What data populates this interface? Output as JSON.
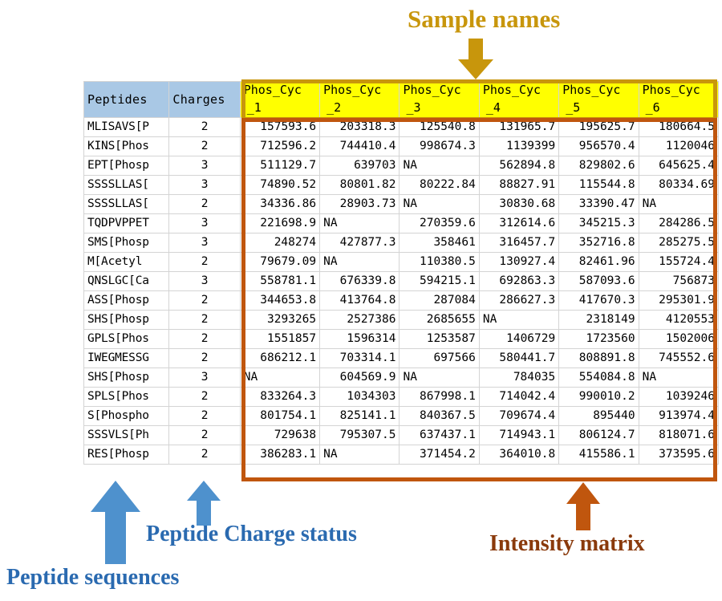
{
  "annotations": {
    "sample_names": "Sample names",
    "peptide_sequences": "Peptide sequences",
    "peptide_charge_status": "Peptide Charge status",
    "intensity_matrix": "Intensity matrix"
  },
  "colors": {
    "sample_names_accent": "#c8960c",
    "intensity_accent": "#c0560e",
    "annotation_blue": "#2a6ab0",
    "intensity_text": "#8a3a0c",
    "header_label_bg": "#a9c8e5",
    "header_sample_bg": "#ffff00"
  },
  "table": {
    "headers": {
      "peptides": "Peptides",
      "charges": "Charges",
      "samples": [
        {
          "top": "Phos_Cyc",
          "bottom": "_1"
        },
        {
          "top": "Phos_Cyc",
          "bottom": "_2"
        },
        {
          "top": "Phos_Cyc",
          "bottom": "_3"
        },
        {
          "top": "Phos_Cyc",
          "bottom": "_4"
        },
        {
          "top": "Phos_Cyc",
          "bottom": "_5"
        },
        {
          "top": "Phos_Cyc",
          "bottom": "_6"
        }
      ]
    },
    "rows": [
      {
        "peptide": "MLISAVS[P",
        "charge": "2",
        "values": [
          "157593.6",
          "203318.3",
          "125540.8",
          "131965.7",
          "195625.7",
          "180664.5"
        ]
      },
      {
        "peptide": "KINS[Phos",
        "charge": "2",
        "values": [
          "712596.2",
          "744410.4",
          "998674.3",
          "1139399",
          "956570.4",
          "1120046"
        ]
      },
      {
        "peptide": "EPT[Phosp",
        "charge": "3",
        "values": [
          "511129.7",
          "639703",
          "NA",
          "562894.8",
          "829802.6",
          "645625.4"
        ]
      },
      {
        "peptide": "SSSSLLAS[",
        "charge": "3",
        "values": [
          "74890.52",
          "80801.82",
          "80222.84",
          "88827.91",
          "115544.8",
          "80334.69"
        ]
      },
      {
        "peptide": "SSSSLLAS[",
        "charge": "2",
        "values": [
          "34336.86",
          "28903.73",
          "NA",
          "30830.68",
          "33390.47",
          "NA"
        ]
      },
      {
        "peptide": "TQDPVPPET",
        "charge": "3",
        "values": [
          "221698.9",
          "NA",
          "270359.6",
          "312614.6",
          "345215.3",
          "284286.5"
        ]
      },
      {
        "peptide": "SMS[Phosp",
        "charge": "3",
        "values": [
          "248274",
          "427877.3",
          "358461",
          "316457.7",
          "352716.8",
          "285275.5"
        ]
      },
      {
        "peptide": "M[Acetyl",
        "charge": "2",
        "values": [
          "79679.09",
          "NA",
          "110380.5",
          "130927.4",
          "82461.96",
          "155724.4"
        ]
      },
      {
        "peptide": "QNSLGC[Ca",
        "charge": "3",
        "values": [
          "558781.1",
          "676339.8",
          "594215.1",
          "692863.3",
          "587093.6",
          "756873"
        ]
      },
      {
        "peptide": "ASS[Phosp",
        "charge": "2",
        "values": [
          "344653.8",
          "413764.8",
          "287084",
          "286627.3",
          "417670.3",
          "295301.9"
        ]
      },
      {
        "peptide": "SHS[Phosp",
        "charge": "2",
        "values": [
          "3293265",
          "2527386",
          "2685655",
          "NA",
          "2318149",
          "4120553"
        ]
      },
      {
        "peptide": "GPLS[Phos",
        "charge": "2",
        "values": [
          "1551857",
          "1596314",
          "1253587",
          "1406729",
          "1723560",
          "1502006"
        ]
      },
      {
        "peptide": "IWEGMESSG",
        "charge": "2",
        "values": [
          "686212.1",
          "703314.1",
          "697566",
          "580441.7",
          "808891.8",
          "745552.6"
        ]
      },
      {
        "peptide": "SHS[Phosp",
        "charge": "3",
        "values": [
          "NA",
          "604569.9",
          "NA",
          "784035",
          "554084.8",
          "NA"
        ]
      },
      {
        "peptide": "SPLS[Phos",
        "charge": "2",
        "values": [
          "833264.3",
          "1034303",
          "867998.1",
          "714042.4",
          "990010.2",
          "1039246"
        ]
      },
      {
        "peptide": "S[Phospho",
        "charge": "2",
        "values": [
          "801754.1",
          "825141.1",
          "840367.5",
          "709674.4",
          "895440",
          "913974.4"
        ]
      },
      {
        "peptide": "SSSVLS[Ph",
        "charge": "2",
        "values": [
          "729638",
          "795307.5",
          "637437.1",
          "714943.1",
          "806124.7",
          "818071.6"
        ]
      },
      {
        "peptide": "RES[Phosp",
        "charge": "2",
        "values": [
          "386283.1",
          "NA",
          "371454.2",
          "364010.8",
          "415586.1",
          "373595.6"
        ]
      }
    ]
  }
}
